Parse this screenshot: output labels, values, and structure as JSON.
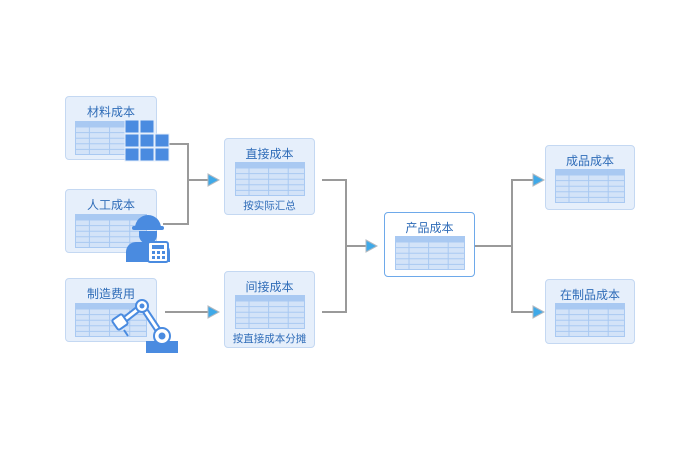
{
  "diagram": {
    "colors": {
      "accent": "#2f6cb8",
      "node_fill": "#e6effb",
      "node_border": "#c4d8f2",
      "highlight_border": "#6ea9ea",
      "table_fill": "#a9c9f2",
      "icon": "#4a8be0",
      "connector": "#9a9a9a",
      "arrow": "#3fa9e8"
    },
    "inputs": [
      {
        "id": "material",
        "title": "材料成本",
        "icon": "boxes-icon"
      },
      {
        "id": "labor",
        "title": "人工成本",
        "icon": "worker-icon"
      },
      {
        "id": "overhead",
        "title": "制造费用",
        "icon": "robot-arm-icon"
      }
    ],
    "intermediate": [
      {
        "id": "direct",
        "title": "直接成本",
        "subtitle": "按实际汇总"
      },
      {
        "id": "indirect",
        "title": "间接成本",
        "subtitle": "按直接成本分摊"
      }
    ],
    "center": {
      "id": "product",
      "title": "产品成本"
    },
    "outputs": [
      {
        "id": "finished",
        "title": "成品成本"
      },
      {
        "id": "wip",
        "title": "在制品成本"
      }
    ]
  }
}
